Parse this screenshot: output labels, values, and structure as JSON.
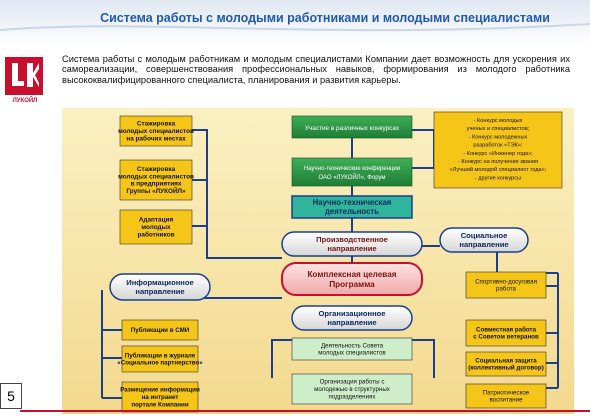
{
  "title": "Система работы с молодыми работниками и молодыми специалистами",
  "logo": {
    "text": "ЛУКОЙЛ"
  },
  "intro": "Система работы с молодым работникам и молодым специалистами Компании дает возможность для ускорения их самореализации, совершенствования профессиональных навыков, формирования из молодого работника высококвалифицированного специалиста, планирования и развития карьеры.",
  "page_number": "5",
  "diagram": {
    "center": {
      "line1": "Комплексная целевая",
      "line2": "Программа"
    },
    "production": {
      "line1": "Производственное",
      "line2": "направление"
    },
    "social": {
      "line1": "Социальное",
      "line2": "направление"
    },
    "information": {
      "line1": "Информационное",
      "line2": "направление"
    },
    "organization": {
      "line1": "Организационное",
      "line2": "направление"
    },
    "sci_tech": {
      "line1": "Научно-техническая",
      "line2": "деятельность"
    },
    "sci_items": [
      "Участие в различных конкурсах",
      "Научно-технические конференции ОАО «ЛУКОЙЛ», Форум"
    ],
    "contests": [
      "- Конкурс молодых",
      "ученых и специалистов;",
      "- Конкурс молодежных",
      "разработок «ТЭК»;",
      "- Конкурс «Инженер года»;",
      "- Конкурс на получение звания",
      "«Лучший молодой специалист года»;",
      "- другие конкурсы"
    ],
    "left_top": [
      {
        "lines": [
          "Стажировка",
          "молодых специалистов",
          "на рабочих местах"
        ]
      },
      {
        "lines": [
          "Стажировка",
          "молодых специалистов",
          "в предприятиях",
          "Группы «ЛУКОЙЛ»"
        ]
      },
      {
        "lines": [
          "Адаптация",
          "молодых",
          "работников"
        ]
      }
    ],
    "left_bottom": [
      {
        "lines": [
          "Публикации в СМИ"
        ]
      },
      {
        "lines": [
          "Публикации в журнале",
          "«Социальное партнерство»"
        ]
      },
      {
        "lines": [
          "Размещение информации",
          "на интранет",
          "портале Компании"
        ]
      }
    ],
    "right_bottom": [
      {
        "lines": [
          "Спортивно-досуговая",
          "работа"
        ]
      },
      {
        "lines": [
          "Совместная работа",
          "с Советом ветеранов"
        ]
      },
      {
        "lines": [
          "Социальная защита",
          "(коллективный договор)"
        ]
      },
      {
        "lines": [
          "Патриотическое",
          "воспитание"
        ]
      }
    ],
    "org_items": [
      {
        "lines": [
          "Деятельность Совета",
          "молодых специалистов"
        ]
      },
      {
        "lines": [
          "Организация работы с",
          "молодежью в структурных",
          "подразделениях"
        ]
      }
    ]
  }
}
